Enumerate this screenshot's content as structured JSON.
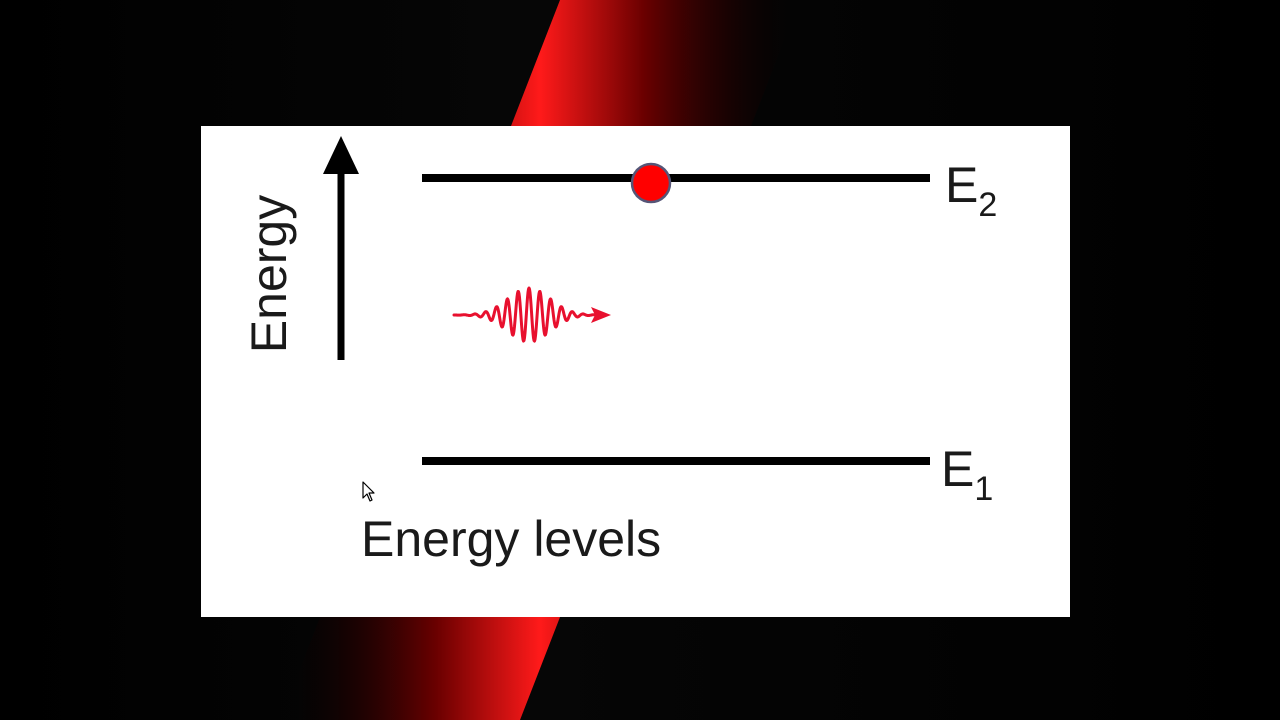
{
  "diagram": {
    "axis_label": "Energy",
    "caption": "Energy levels",
    "levels": [
      {
        "id": "upper",
        "symbol": "E",
        "subscript": "2",
        "occupied": true
      },
      {
        "id": "lower",
        "symbol": "E",
        "subscript": "1",
        "occupied": false
      }
    ],
    "photon_icon": "wave-packet-arrow-icon",
    "electron_icon": "electron-dot-icon"
  },
  "colors": {
    "background": "#000000",
    "beam": "#ff0000",
    "slide": "#ffffff",
    "line": "#000000",
    "electron_fill": "#ff0000",
    "electron_stroke": "#555577",
    "photon": "#e8102e"
  },
  "pointer": {
    "icon": "mouse-cursor-icon"
  }
}
